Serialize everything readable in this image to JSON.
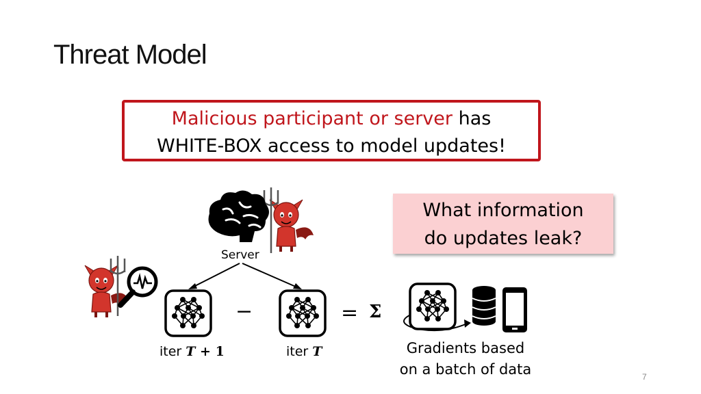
{
  "slide": {
    "title": "Threat Model",
    "alert": {
      "highlight": "Malicious participant or server",
      "line1_rest": " has",
      "line2": "WHITE-BOX access to model updates!"
    },
    "question": {
      "line1": "What information",
      "line2": "do updates leak?"
    },
    "server_label": "Server",
    "iter_left": {
      "prefix": "iter ",
      "math_var": "T",
      "math_rest": " + 1"
    },
    "iter_right": {
      "prefix": "iter ",
      "math_var": "T"
    },
    "operators": {
      "minus": "−",
      "equals": "=",
      "sigma": "Σ"
    },
    "gradients_label": {
      "line1": "Gradients based",
      "line2": "on a batch of data"
    },
    "page_number": "7",
    "icons": [
      "brain-icon",
      "devil-icon",
      "magnifier-icon",
      "neural-network-icon",
      "database-icon",
      "smartphone-icon"
    ],
    "colors": {
      "alert_red": "#c0161c",
      "question_bg": "#fbd0d2",
      "devil_red": "#d2352c"
    }
  }
}
